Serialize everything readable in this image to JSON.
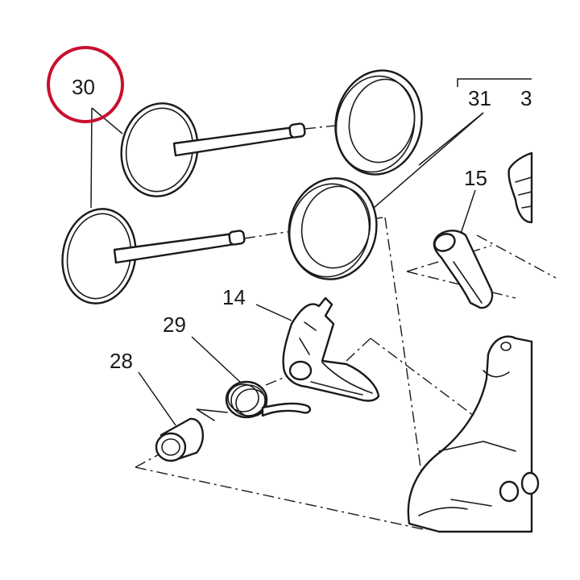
{
  "diagram": {
    "callouts": [
      {
        "id": "30",
        "label": "30"
      },
      {
        "id": "31",
        "label": "31"
      },
      {
        "id": "31b",
        "label": "3"
      },
      {
        "id": "15",
        "label": "15"
      },
      {
        "id": "14",
        "label": "14"
      },
      {
        "id": "29",
        "label": "29"
      },
      {
        "id": "28",
        "label": "28"
      }
    ],
    "highlight": {
      "target": "30",
      "color": "#c8102e"
    },
    "line_color": "#1a1a1a"
  }
}
